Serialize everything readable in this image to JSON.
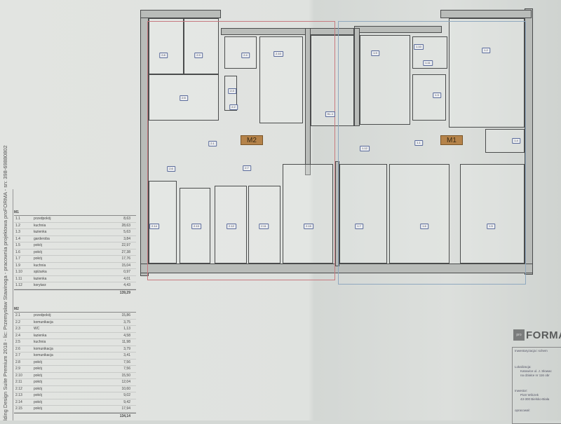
{
  "side_text": "lding Design Suite Premium 2018 - lic: Przemysław Stawinoga - pracownia projektowa proFORMA - sn: 398-69880802",
  "plan": {
    "units": {
      "m1": "M1",
      "m2": "M2"
    },
    "labels": {
      "r2_8": "2.8",
      "r2_9": "2.9",
      "r2_4": "2.4",
      "r2_10": "2.10",
      "r2_5": "2.5",
      "r2_3": "2.3",
      "r2_2": "2.2",
      "r2_1": "2.1",
      "kl": "KL.1",
      "r2_6": "2.6",
      "r2_7": "2.7",
      "r2_14": "2.14",
      "r2_13": "2.13",
      "r2_12": "2.12",
      "r2_11": "2.11",
      "r2_15": "2.15",
      "r1_7": "1.7",
      "r1_6": "1.6",
      "r1_5": "1.5",
      "r1_9": "1.9",
      "r1_10": "1.10",
      "r1_11": "1.11",
      "r1_2": "1.2",
      "r1_3": "1.3",
      "r1_1": "1.1",
      "r1_12": "1.12",
      "r1_4": "1.4"
    },
    "colors": {
      "m2_outline": "#c77a80",
      "m1_outline": "#8fa8bf",
      "badge": "#b5834a"
    }
  },
  "m1": {
    "title": "M1",
    "rows": [
      {
        "no": "1.1",
        "name": "przedpokój",
        "area": "8,63"
      },
      {
        "no": "1.2",
        "name": "kuchnia",
        "area": "28,63"
      },
      {
        "no": "1.3",
        "name": "łazienka",
        "area": "5,63"
      },
      {
        "no": "1.4",
        "name": "garderoba",
        "area": "3,84"
      },
      {
        "no": "1.5",
        "name": "pokój",
        "area": "22,97"
      },
      {
        "no": "1.6",
        "name": "pokój",
        "area": "27,38"
      },
      {
        "no": "1.7",
        "name": "pokój",
        "area": "17,76"
      },
      {
        "no": "1.9",
        "name": "kuchnia",
        "area": "15,04"
      },
      {
        "no": "1.10",
        "name": "spiżarka",
        "area": "0,97"
      },
      {
        "no": "1.11",
        "name": "łazienka",
        "area": "4,01"
      },
      {
        "no": "1.12",
        "name": "korytarz",
        "area": "4,43"
      }
    ],
    "total": "139,29"
  },
  "m2": {
    "title": "M2",
    "rows": [
      {
        "no": "2.1",
        "name": "przedpokój",
        "area": "15,86"
      },
      {
        "no": "2.2",
        "name": "komunikacja",
        "area": "3,75"
      },
      {
        "no": "2.3",
        "name": "WC",
        "area": "1,13"
      },
      {
        "no": "2.4",
        "name": "łazienka",
        "area": "4,58"
      },
      {
        "no": "2.5",
        "name": "kuchnia",
        "area": "11,98"
      },
      {
        "no": "2.6",
        "name": "komunikacja",
        "area": "3,79"
      },
      {
        "no": "2.7",
        "name": "komunikacja",
        "area": "3,41"
      },
      {
        "no": "2.8",
        "name": "pokój",
        "area": "7,56"
      },
      {
        "no": "2.9",
        "name": "pokój",
        "area": "7,56"
      },
      {
        "no": "2.10",
        "name": "pokój",
        "area": "15,50"
      },
      {
        "no": "2.11",
        "name": "pokój",
        "area": "12,04"
      },
      {
        "no": "2.12",
        "name": "pokój",
        "area": "10,60"
      },
      {
        "no": "2.13",
        "name": "pokój",
        "area": "9,02"
      },
      {
        "no": "2.14",
        "name": "pokój",
        "area": "9,42"
      },
      {
        "no": "2.15",
        "name": "pokój",
        "area": "17,94"
      }
    ],
    "total": "134,14"
  },
  "title_block": {
    "logo_mark": "pro",
    "logo": "FORMA",
    "title": "Inwentaryzacja i schem",
    "loc_label": "Lokalizacja:",
    "loc1": "Katowice ul. J. Słowac",
    "loc2": "na działce nr 116 obr",
    "inv_label": "Inwestor:",
    "inv1": "Piotr Wilczek",
    "inv2": "43-300 Bielsko-Biała",
    "prep_label": "opracował:"
  }
}
